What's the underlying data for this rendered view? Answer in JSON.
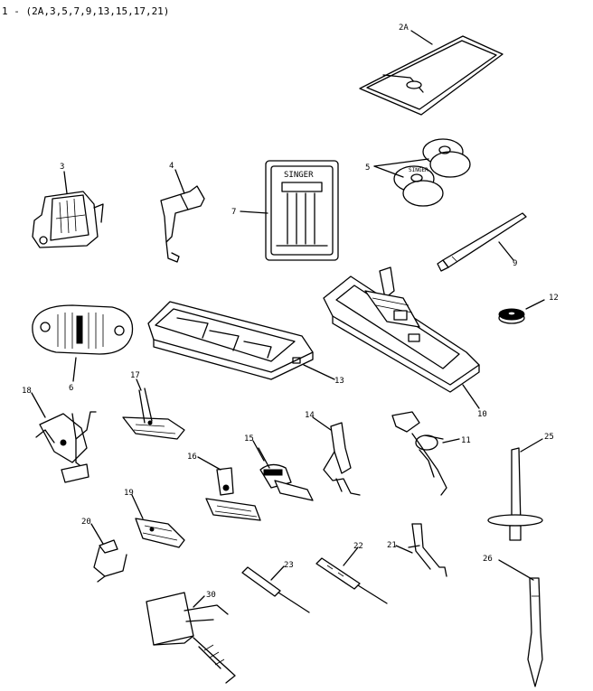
{
  "header": {
    "parts_list": "1 - (2A,3,5,7,9,13,15,17,21)"
  },
  "callouts": {
    "c2a": "2A",
    "c3": "3",
    "c4": "4",
    "c5": "5",
    "c6": "6",
    "c7": "7",
    "c9": "9",
    "c10": "10",
    "c11": "11",
    "c12": "12",
    "c13": "13",
    "c14": "14",
    "c15": "15",
    "c16": "16",
    "c17": "17",
    "c18": "18",
    "c19": "19",
    "c20": "20",
    "c21": "21",
    "c22": "22",
    "c23": "23",
    "c25": "25",
    "c26": "26",
    "c30": "30"
  },
  "needle_pack_brand": "SINGER",
  "bobbin_brand": "SINGER"
}
